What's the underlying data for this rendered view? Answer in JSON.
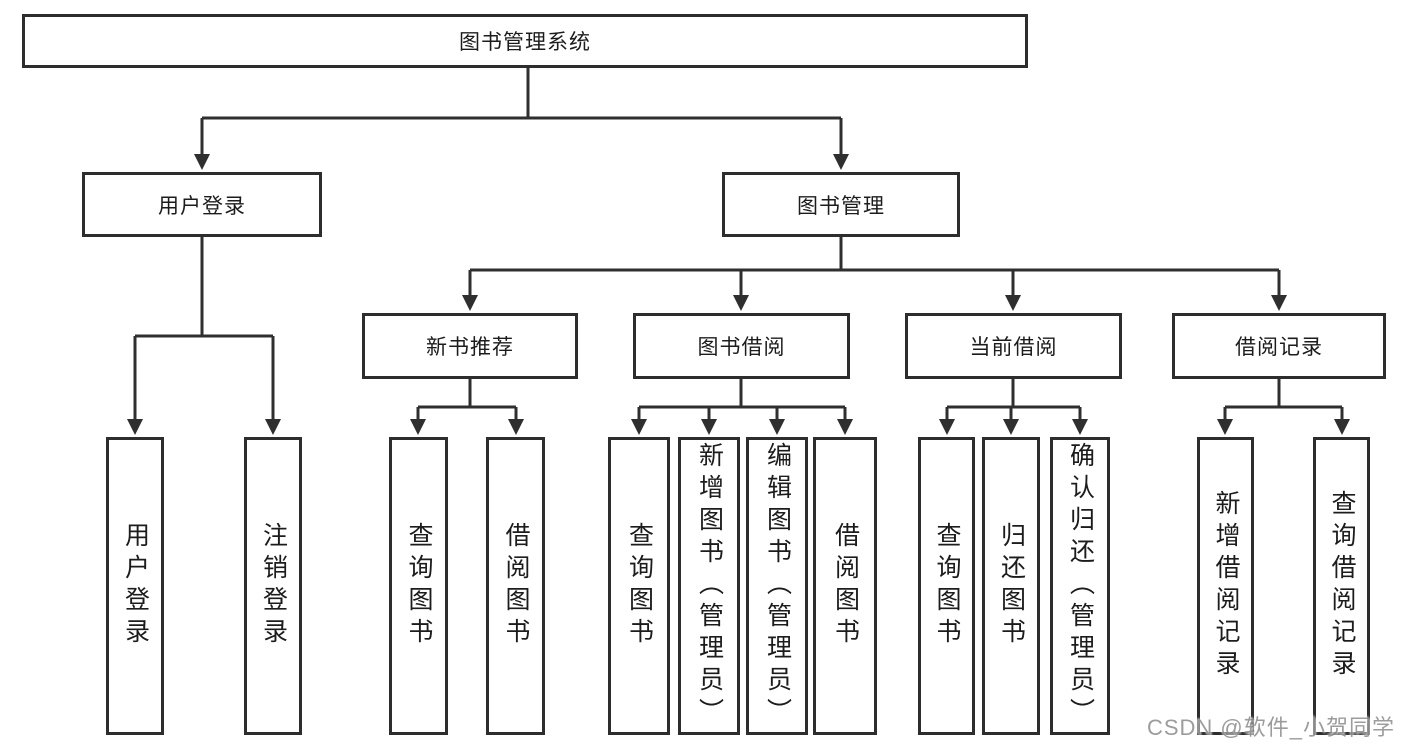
{
  "diagram": {
    "title": "图书管理系统",
    "line_color": "#2f2f2f",
    "box_border_color": "#2d2d2d",
    "text_color": "#1c1c1c",
    "root": {
      "label": "图书管理系统"
    },
    "level2": [
      {
        "label": "用户登录"
      },
      {
        "label": "图书管理"
      }
    ],
    "level3": [
      {
        "label": "新书推荐",
        "parent": "图书管理"
      },
      {
        "label": "图书借阅",
        "parent": "图书管理"
      },
      {
        "label": "当前借阅",
        "parent": "图书管理"
      },
      {
        "label": "借阅记录",
        "parent": "图书管理"
      }
    ],
    "leaves": [
      {
        "label": "用户登录",
        "parent": "用户登录"
      },
      {
        "label": "注销登录",
        "parent": "用户登录"
      },
      {
        "label": "查询图书",
        "parent": "新书推荐"
      },
      {
        "label": "借阅图书",
        "parent": "新书推荐"
      },
      {
        "label": "查询图书",
        "parent": "图书借阅"
      },
      {
        "label": "新增图书（管理员）",
        "parent": "图书借阅"
      },
      {
        "label": "编辑图书（管理员）",
        "parent": "图书借阅"
      },
      {
        "label": "借阅图书",
        "parent": "图书借阅"
      },
      {
        "label": "查询图书",
        "parent": "当前借阅"
      },
      {
        "label": "归还图书",
        "parent": "当前借阅"
      },
      {
        "label": "确认归还（管理员）",
        "parent": "当前借阅"
      },
      {
        "label": "新增借阅记录",
        "parent": "借阅记录"
      },
      {
        "label": "查询借阅记录",
        "parent": "借阅记录"
      }
    ]
  },
  "watermark": {
    "text": "CSDN @软件_小贺同学",
    "color": "#9b9b9b"
  }
}
